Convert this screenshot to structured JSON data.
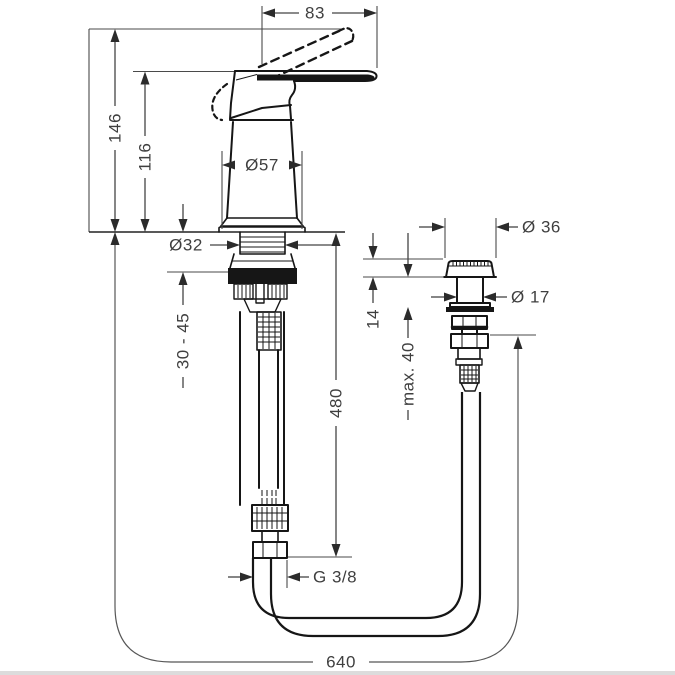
{
  "diagram": {
    "type": "technical-drawing",
    "labels": {
      "handle_width": "83",
      "height_total": "146",
      "height_body": "116",
      "body_diameter": "Ø57",
      "shank_diameter": "Ø32",
      "clamping_range": "30 - 45",
      "hose_length": "480",
      "hose_thread": "G 3/8",
      "cable_length": "640",
      "knob_diameter": "Ø 36",
      "stem_diameter": "Ø 17",
      "knob_height": "14",
      "max_mounting_depth": "max. 40"
    },
    "colors": {
      "line": "#161616",
      "dimension": "#444444",
      "background": "#ffffff"
    }
  }
}
